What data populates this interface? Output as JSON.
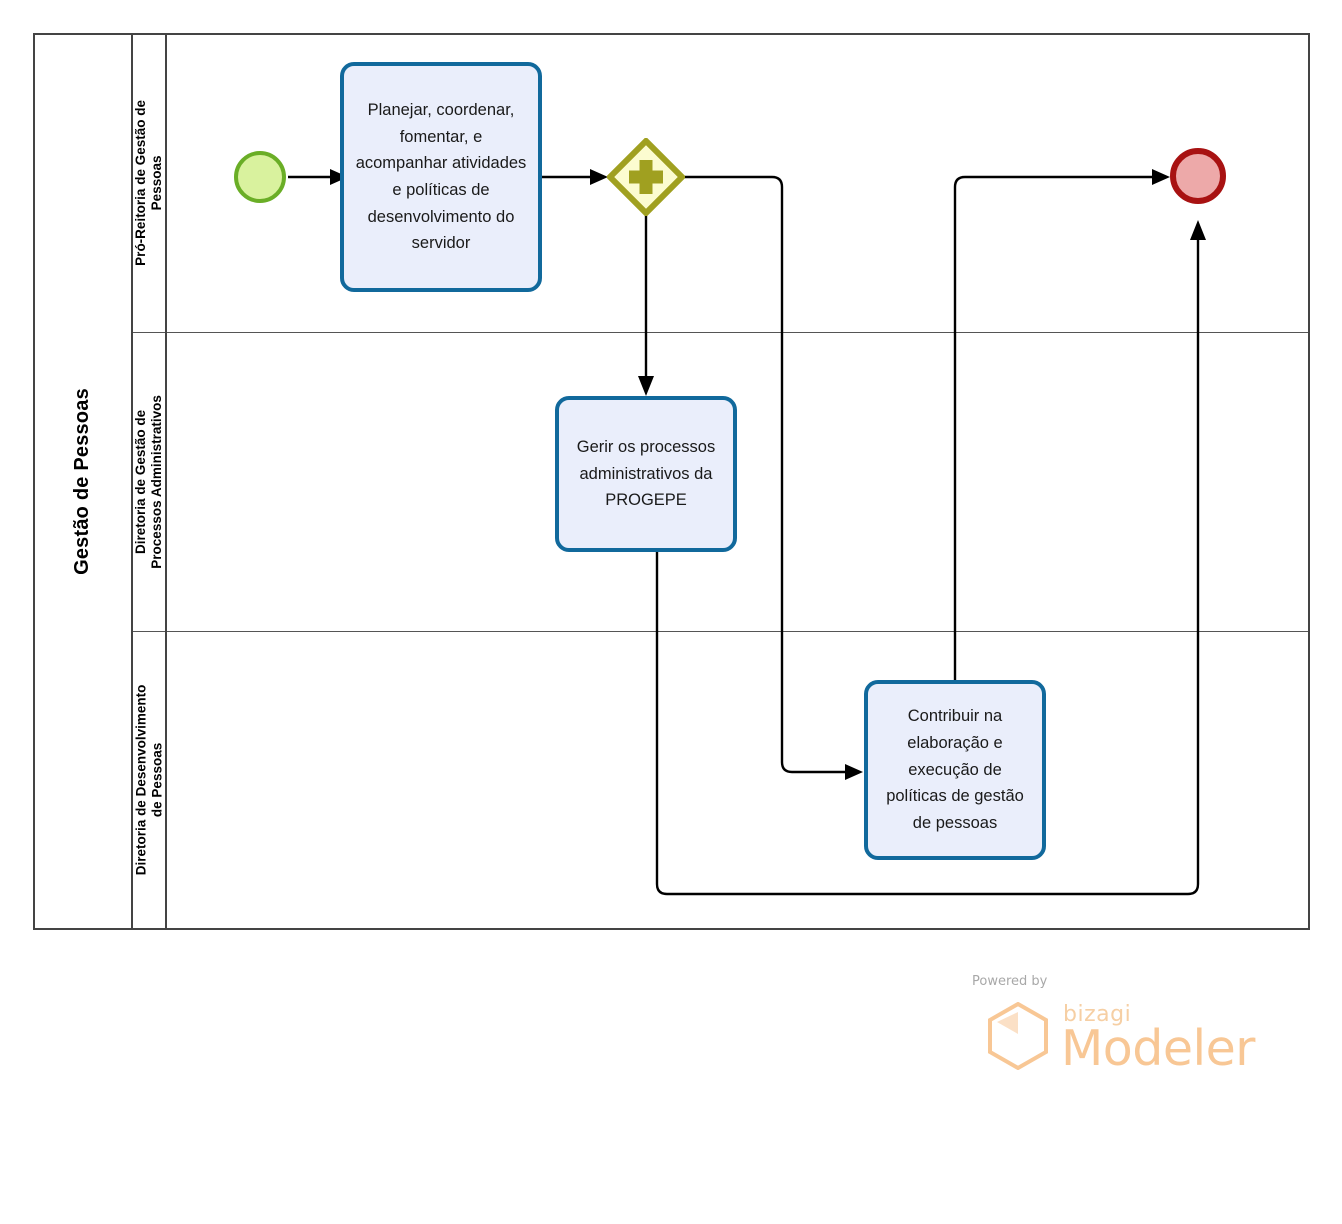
{
  "diagram": {
    "type": "bpmn-process-diagram",
    "pool": {
      "name": "Gestão de Pessoas"
    },
    "lanes": [
      {
        "id": "lane-pro-reitoria",
        "label": "Pró-Reitoria de Gestão de Pessoas"
      },
      {
        "id": "lane-processos-administrativos",
        "label": "Diretoria de Gestão de Processos Administrativos"
      },
      {
        "id": "lane-desenvolvimento-pessoas",
        "label": "Diretoria de Desenvolvimento de Pessoas"
      }
    ],
    "elements": {
      "start_event": {
        "name": "start-event",
        "label": ""
      },
      "task_planejar": {
        "label": "Planejar, coordenar, fomentar, e acompanhar atividades e políticas de desenvolvimento do servidor"
      },
      "gateway_parallel": {
        "name": "parallel-gateway",
        "symbol": "+",
        "label": ""
      },
      "task_gerir": {
        "label": "Gerir os processos administrativos da PROGEPE"
      },
      "task_contribuir": {
        "label": "Contribuir na elaboração e execução de políticas de gestão de pessoas"
      },
      "end_event": {
        "name": "end-event",
        "label": ""
      }
    },
    "colors": {
      "pool_border": "#444444",
      "lane_border": "#555555",
      "task_fill": "#eaeefb",
      "task_border": "#11699c",
      "start_fill": "#d9f29e",
      "start_border": "#6aae26",
      "end_fill": "#eda9a9",
      "end_border": "#a81212",
      "gateway_fill": "#fcfcd0",
      "gateway_border": "#a0a020",
      "flow_line": "#000000",
      "watermark": "#f8c795"
    }
  },
  "watermark": {
    "powered_by": "Powered by",
    "brand": "bizagi",
    "product": "Modeler"
  }
}
